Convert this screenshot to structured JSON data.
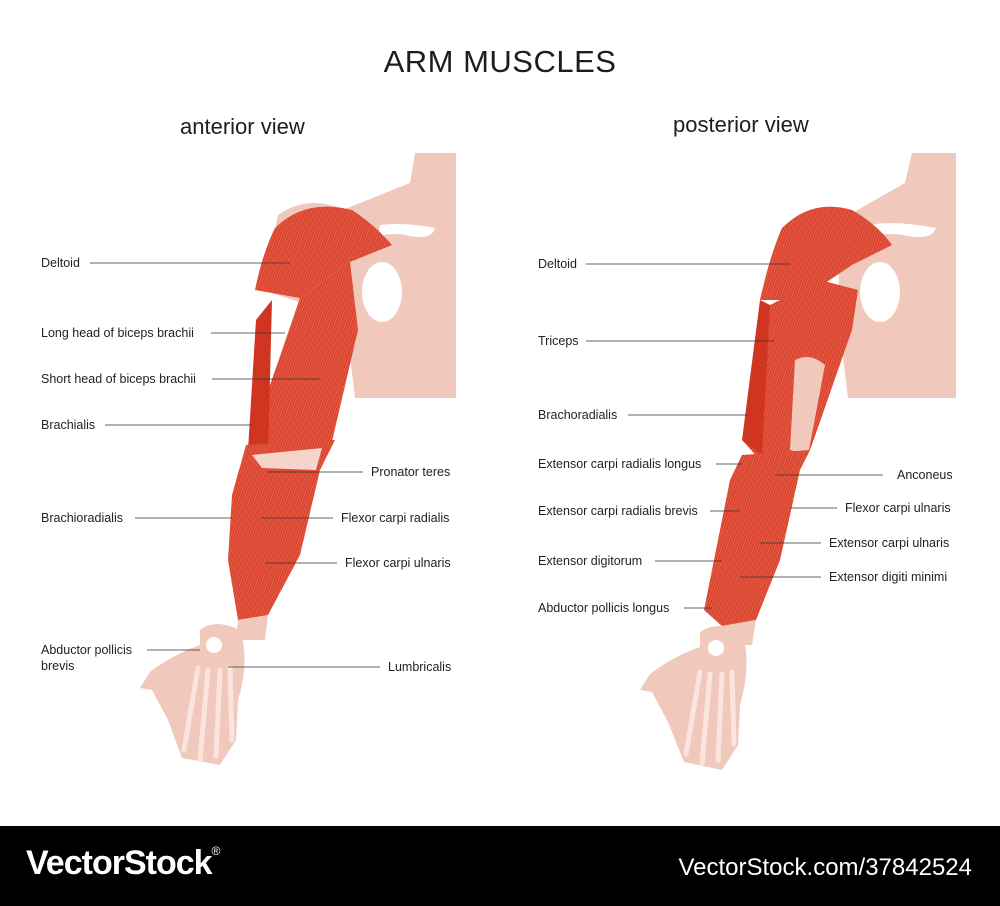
{
  "title": "ARM MUSCLES",
  "views": {
    "anterior": {
      "title": "anterior view",
      "labels": [
        "Deltoid",
        "Long head of biceps brachii",
        "Short head of biceps brachii",
        "Brachialis",
        "Pronator teres",
        "Brachioradialis",
        "Flexor carpi radialis",
        "Flexor carpi ulnaris",
        "Abductor pollicis\nbrevis",
        "Lumbricalis"
      ]
    },
    "posterior": {
      "title": "posterior view",
      "labels": [
        "Deltoid",
        "Triceps",
        "Brachoradialis",
        "Extensor carpi radialis longus",
        "Anconeus",
        "Extensor carpi radialis brevis",
        "Flexor carpi ulnaris",
        "Extensor carpi ulnaris",
        "Extensor digitorum",
        "Extensor digiti minimi",
        "Abductor pollicis longus"
      ]
    }
  },
  "footer": {
    "brand": "VectorStock",
    "brand_mark": "®",
    "stock_id": "VectorStock.com/37842524"
  },
  "colors": {
    "muscle": "#e0432e",
    "muscle_dark": "#c8301f",
    "skin": "#f0c8bc",
    "bone": "#f5dcd4",
    "footer_bg": "#000000"
  }
}
